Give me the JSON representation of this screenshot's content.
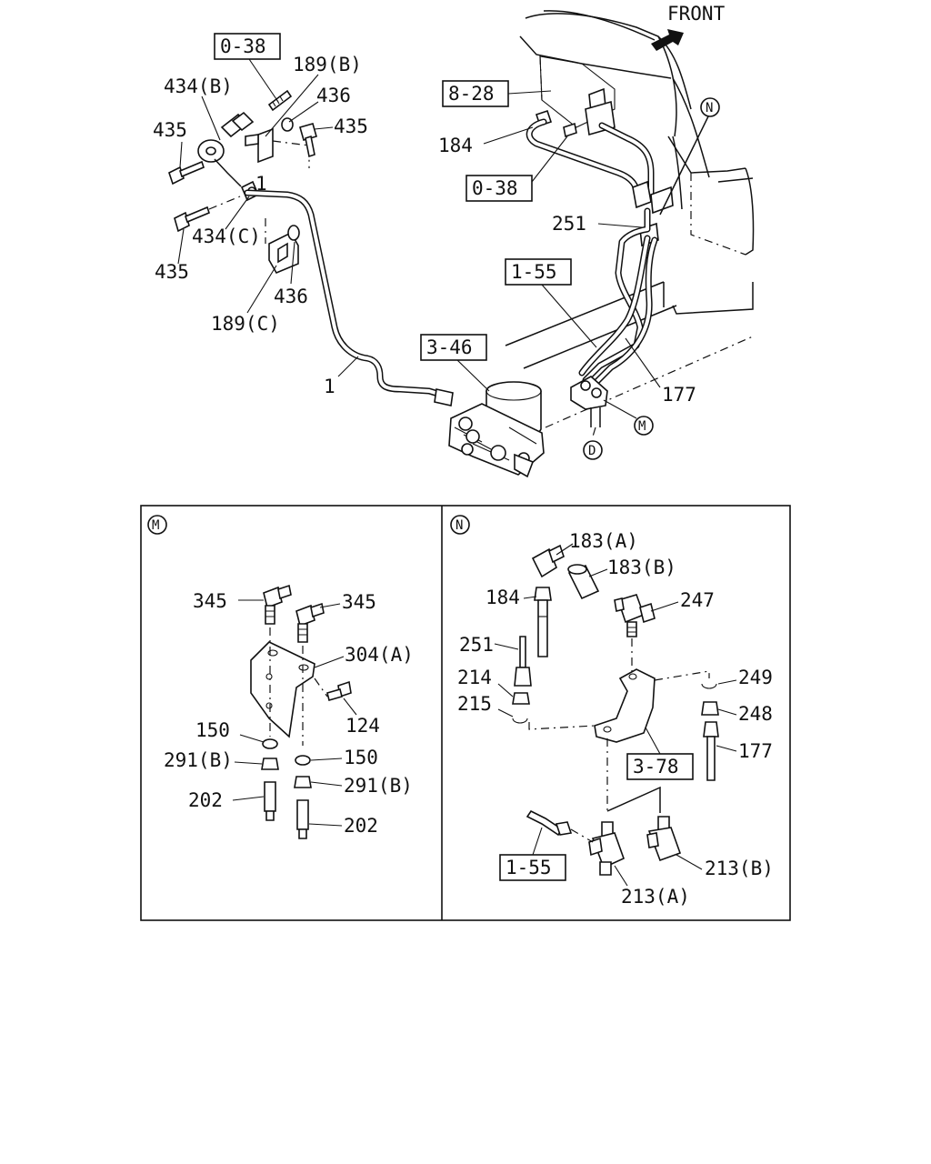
{
  "orientation_label": "FRONT",
  "callouts": {
    "ref_0_38_top": "0-38",
    "lbl_189B": "189(B)",
    "lbl_434B": "434(B)",
    "lbl_436_top": "436",
    "lbl_435_a": "435",
    "lbl_435_b": "435",
    "lbl_1_top": "1",
    "lbl_434C": "434(C)",
    "lbl_435_c": "435",
    "lbl_436_b": "436",
    "lbl_189C": "189(C)",
    "lbl_1_bottom": "1",
    "ref_3_46": "3-46",
    "ref_8_28": "8-28",
    "lbl_184_top": "184",
    "ref_0_38_mid": "0-38",
    "lbl_251_top": "251",
    "ref_1_55_top": "1-55",
    "lbl_177_top": "177",
    "circ_N_top": "N",
    "circ_M_top": "M",
    "circ_D": "D"
  },
  "detail_M": {
    "marker": "M",
    "labels": {
      "p345_a": "345",
      "p345_b": "345",
      "p304A": "304(A)",
      "p124": "124",
      "p150_a": "150",
      "p150_b": "150",
      "p291B_a": "291(B)",
      "p291B_b": "291(B)",
      "p202_a": "202",
      "p202_b": "202"
    }
  },
  "detail_N": {
    "marker": "N",
    "labels": {
      "p183A": "183(A)",
      "p183B": "183(B)",
      "p184": "184",
      "p247": "247",
      "p251": "251",
      "p214": "214",
      "p215": "215",
      "p249": "249",
      "p248": "248",
      "p177": "177",
      "ref_3_78": "3-78",
      "ref_1_55": "1-55",
      "p213B": "213(B)",
      "p213A": "213(A)"
    }
  }
}
